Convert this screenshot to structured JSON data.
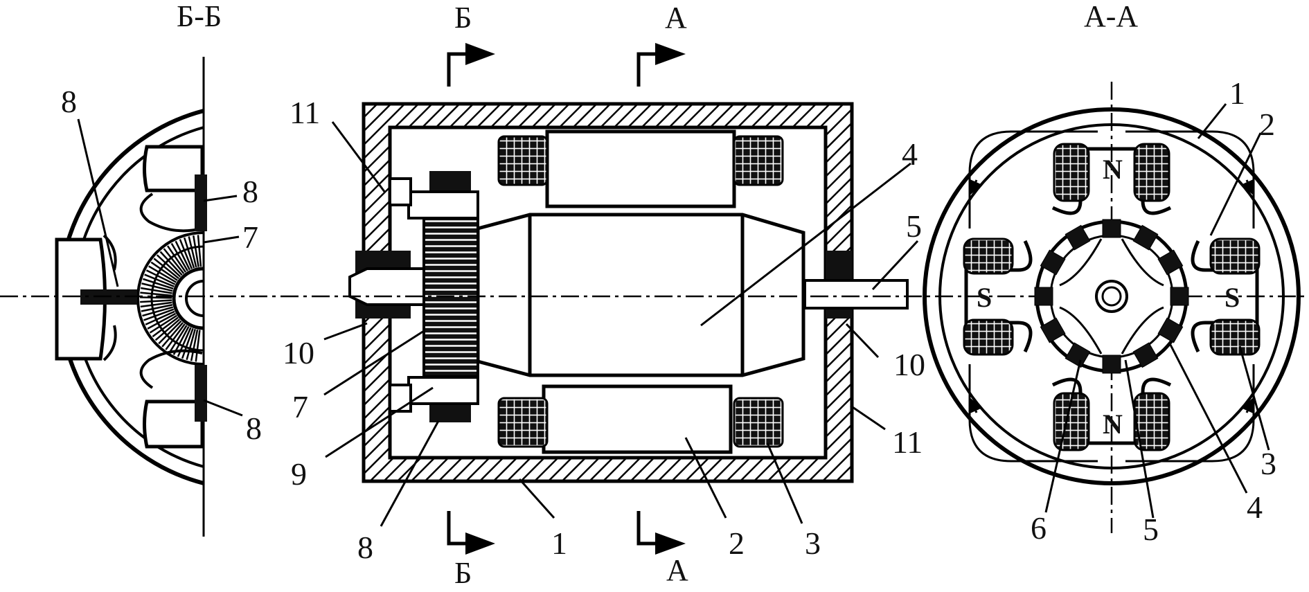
{
  "section_titles": {
    "bb": "Б-Б",
    "aa": "А-А"
  },
  "cut_marks": {
    "b_top": "Б",
    "a_top": "А",
    "b_bottom": "Б",
    "a_bottom": "А"
  },
  "poles": {
    "n_top": "N",
    "n_bottom": "N",
    "s_left": "S",
    "s_right": "S"
  },
  "left_view_labels": {
    "l8a": "8",
    "l8b": "8",
    "l7": "7",
    "l8c": "8"
  },
  "main_view_labels": {
    "l11a": "11",
    "l4": "4",
    "l5": "5",
    "l10a": "10",
    "l10b": "10",
    "l7": "7",
    "l9": "9",
    "l11b": "11",
    "l8": "8",
    "l1": "1",
    "l2": "2",
    "l3": "3"
  },
  "right_view_labels": {
    "l1": "1",
    "l2": "2",
    "l3": "3",
    "l4": "4",
    "l5": "5",
    "l6": "6"
  }
}
